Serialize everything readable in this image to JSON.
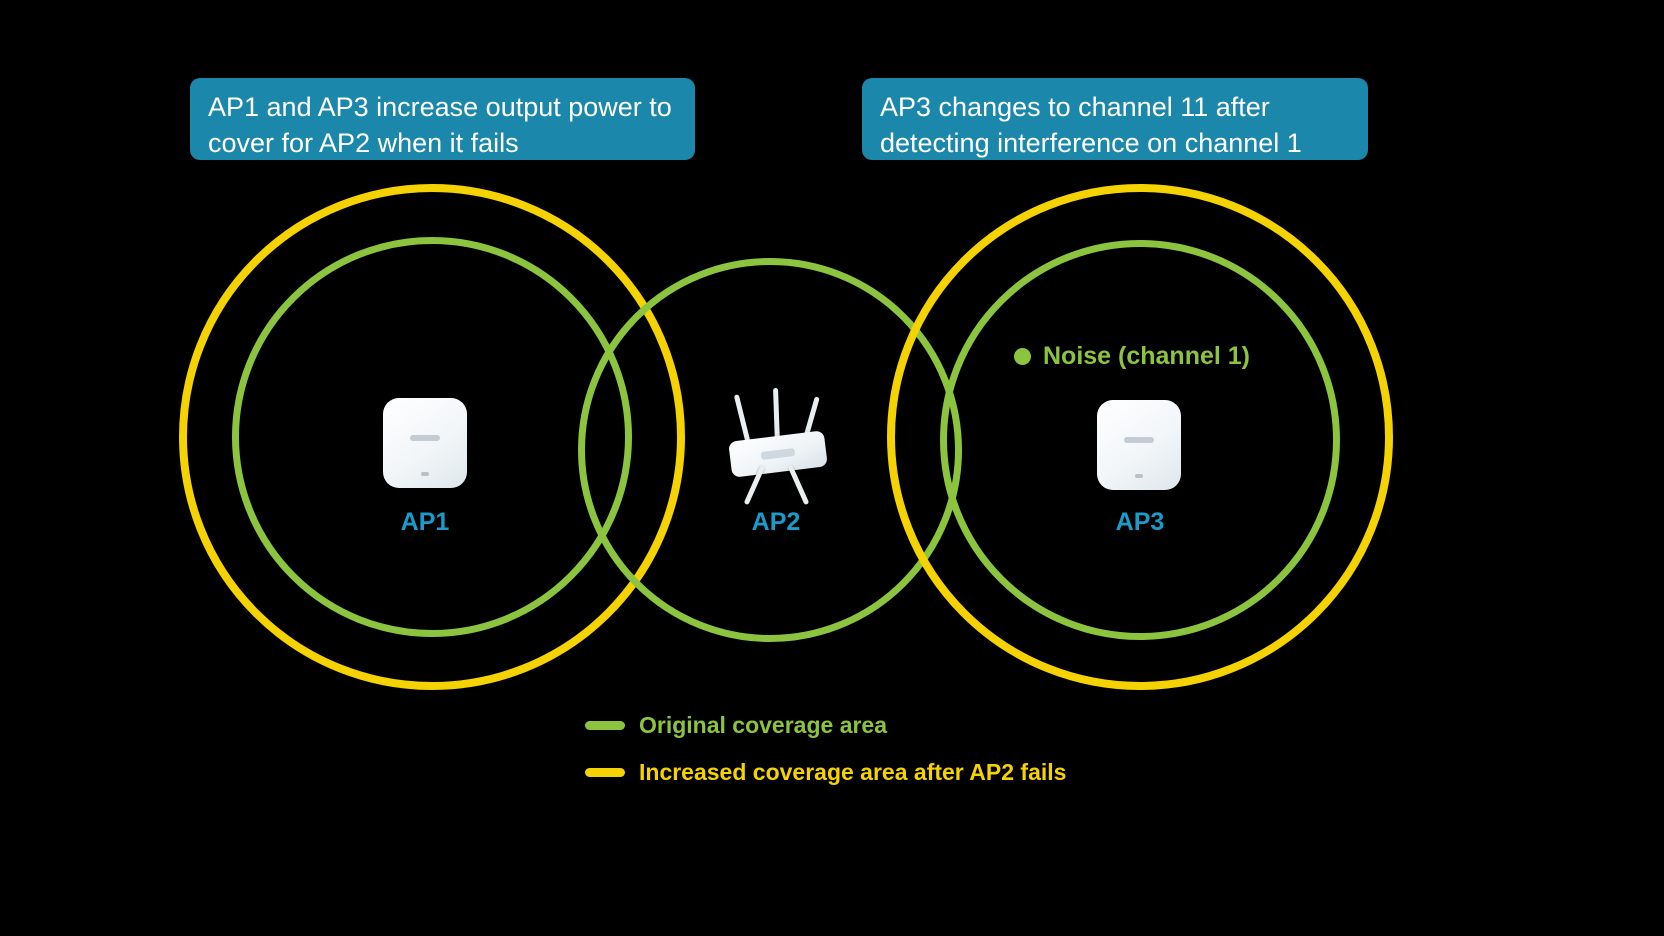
{
  "colors": {
    "background": "#000000",
    "callout_bg": "#1b87ab",
    "callout_text": "#ffffff",
    "original_coverage_green": "#8cc440",
    "increased_coverage_yellow": "#f5d201",
    "ap_label_teal": "#1a9bc9"
  },
  "callouts": {
    "left": "AP1 and AP3 increase output power to cover for AP2 when it fails",
    "right": "AP3 changes to channel 11 after detecting interference on channel 1"
  },
  "aps": [
    {
      "id": "ap1",
      "label": "AP1"
    },
    {
      "id": "ap2",
      "label": "AP2"
    },
    {
      "id": "ap3",
      "label": "AP3"
    }
  ],
  "noise": {
    "label": "Noise (channel 1)"
  },
  "legend": {
    "items": [
      {
        "label": "Original coverage area",
        "color": "#8cc440"
      },
      {
        "label": "Increased coverage area after AP2 fails",
        "color": "#f5d201"
      }
    ]
  }
}
